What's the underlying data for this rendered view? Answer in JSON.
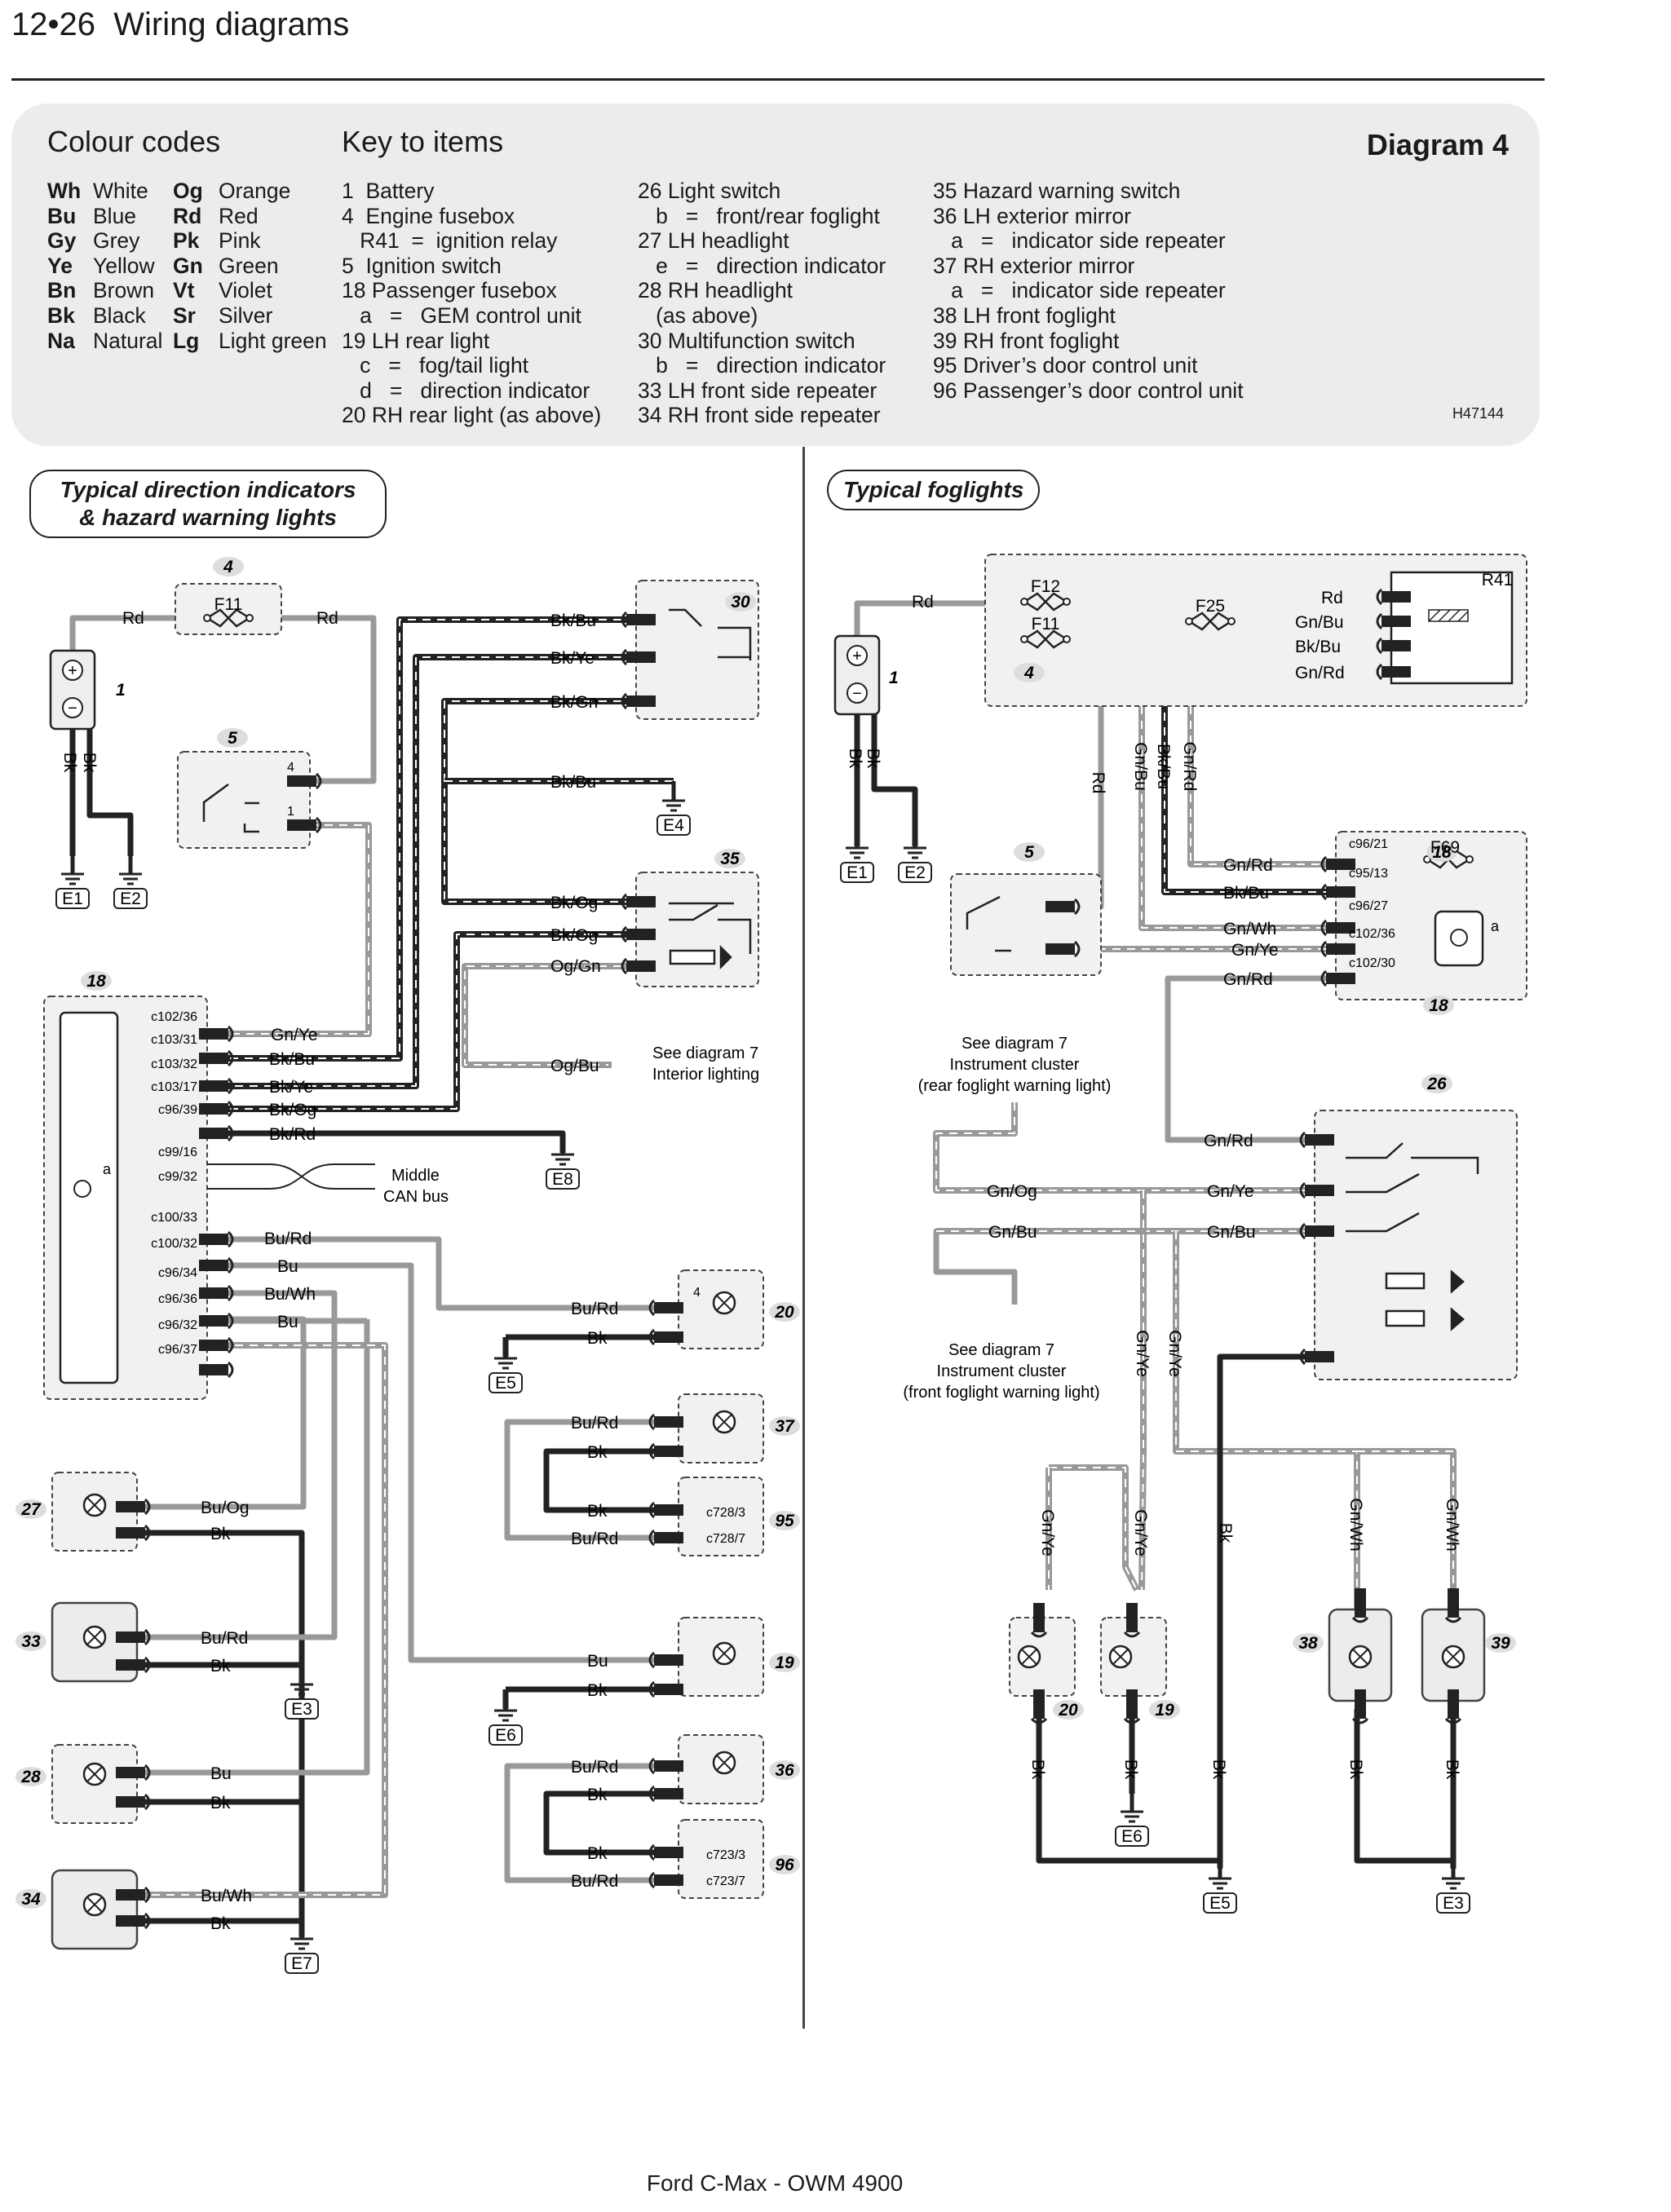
{
  "header": {
    "page": "12•26",
    "title": "Wiring diagrams"
  },
  "legend": {
    "colour_codes_title": "Colour codes",
    "key_title": "Key to items",
    "diagram_label": "Diagram 4",
    "ref_code": "H47144",
    "colour_codes_left": [
      {
        "code": "Wh",
        "name": "White"
      },
      {
        "code": "Bu",
        "name": "Blue"
      },
      {
        "code": "Gy",
        "name": "Grey"
      },
      {
        "code": "Ye",
        "name": "Yellow"
      },
      {
        "code": "Bn",
        "name": "Brown"
      },
      {
        "code": "Bk",
        "name": "Black"
      },
      {
        "code": "Na",
        "name": "Natural"
      }
    ],
    "colour_codes_right": [
      {
        "code": "Og",
        "name": "Orange"
      },
      {
        "code": "Rd",
        "name": "Red"
      },
      {
        "code": "Pk",
        "name": "Pink"
      },
      {
        "code": "Gn",
        "name": "Green"
      },
      {
        "code": "Vt",
        "name": "Violet"
      },
      {
        "code": "Sr",
        "name": "Silver"
      },
      {
        "code": "Lg",
        "name": "Light green"
      }
    ],
    "key_col1": [
      "1  Battery",
      "4  Engine fusebox",
      "   R41  =  ignition relay",
      "5  Ignition switch",
      "18 Passenger fusebox",
      "   a   =   GEM control unit",
      "19 LH rear light",
      "   c   =   fog/tail light",
      "   d   =   direction indicator",
      "20 RH rear light (as above)"
    ],
    "key_col2": [
      "26 Light switch",
      "   b   =   front/rear foglight",
      "27 LH headlight",
      "   e   =   direction indicator",
      "28 RH headlight",
      "   (as above)",
      "30 Multifunction switch",
      "   b   =   direction indicator",
      "33 LH front side repeater",
      "34 RH front side repeater"
    ],
    "key_col3": [
      "35 Hazard warning switch",
      "36 LH exterior mirror",
      "   a   =   indicator side repeater",
      "37 RH exterior mirror",
      "   a   =   indicator side repeater",
      "38 LH front foglight",
      "39 RH front foglight",
      "95 Driver’s door control unit",
      "96 Passenger’s door control unit"
    ]
  },
  "section_left": {
    "title_line1": "Typical direction indicators",
    "title_line2": "& hazard warning lights"
  },
  "section_right": {
    "title": "Typical foglights"
  },
  "wires": {
    "Rd": "Rd",
    "Bk": "Bk",
    "BkBu": "Bk/Bu",
    "BkYe": "Bk/Ye",
    "BkGn": "Bk/Gn",
    "BkOg": "Bk/Og",
    "OgGn": "Og/Gn",
    "OgBu": "Og/Bu",
    "GnYe": "Gn/Ye",
    "BkRd": "Bk/Rd",
    "BuRd": "Bu/Rd",
    "Bu": "Bu",
    "BuWh": "Bu/Wh",
    "BuOg": "Bu/Og",
    "GnBu": "Gn/Bu",
    "GnRd": "Gn/Rd",
    "GnWh": "Gn/Wh",
    "GnOg": "Gn/Og"
  },
  "pins": {
    "c102_36": "c102/36",
    "c103_31": "c103/31",
    "c103_32": "c103/32",
    "c103_17": "c103/17",
    "c96_39": "c96/39",
    "c99_16": "c99/16",
    "c99_32": "c99/32",
    "c100_33": "c100/33",
    "c100_32": "c100/32",
    "c96_34": "c96/34",
    "c96_36": "c96/36",
    "c96_32": "c96/32",
    "c96_37": "c96/37",
    "c728_3": "c728/3",
    "c728_7": "c728/7",
    "c723_3": "c723/3",
    "c723_7": "c723/7",
    "c96_21": "c96/21",
    "c95_13": "c95/13",
    "c96_27": "c96/27",
    "c102_36b": "c102/36",
    "c102_30": "c102/30"
  },
  "earths": {
    "E1": "E1",
    "E2": "E2",
    "E3": "E3",
    "E4": "E4",
    "E5": "E5",
    "E6": "E6",
    "E7": "E7",
    "E8": "E8"
  },
  "items": {
    "i1": "1",
    "i4": "4",
    "i5": "5",
    "i18": "18",
    "i19": "19",
    "i20": "20",
    "i26": "26",
    "i27": "27",
    "i28": "28",
    "i30": "30",
    "i33": "33",
    "i34": "34",
    "i35": "35",
    "i36": "36",
    "i37": "37",
    "i38": "38",
    "i39": "39",
    "i95": "95",
    "i96": "96"
  },
  "fuses": {
    "F11": "F11",
    "F12": "F12",
    "F25": "F25",
    "F69": "F69",
    "R41": "R41"
  },
  "notes": {
    "middle_can_1": "Middle",
    "middle_can_2": "CAN bus",
    "interior_1": "See diagram 7",
    "interior_2": "Interior lighting",
    "rear_fog_1": "See diagram 7",
    "rear_fog_2": "Instrument cluster",
    "rear_fog_3": "(rear foglight warning light)",
    "front_fog_1": "See diagram 7",
    "front_fog_2": "Instrument cluster",
    "front_fog_3": "(front foglight warning light)"
  },
  "footer": "Ford C-Max - OWM 4900"
}
